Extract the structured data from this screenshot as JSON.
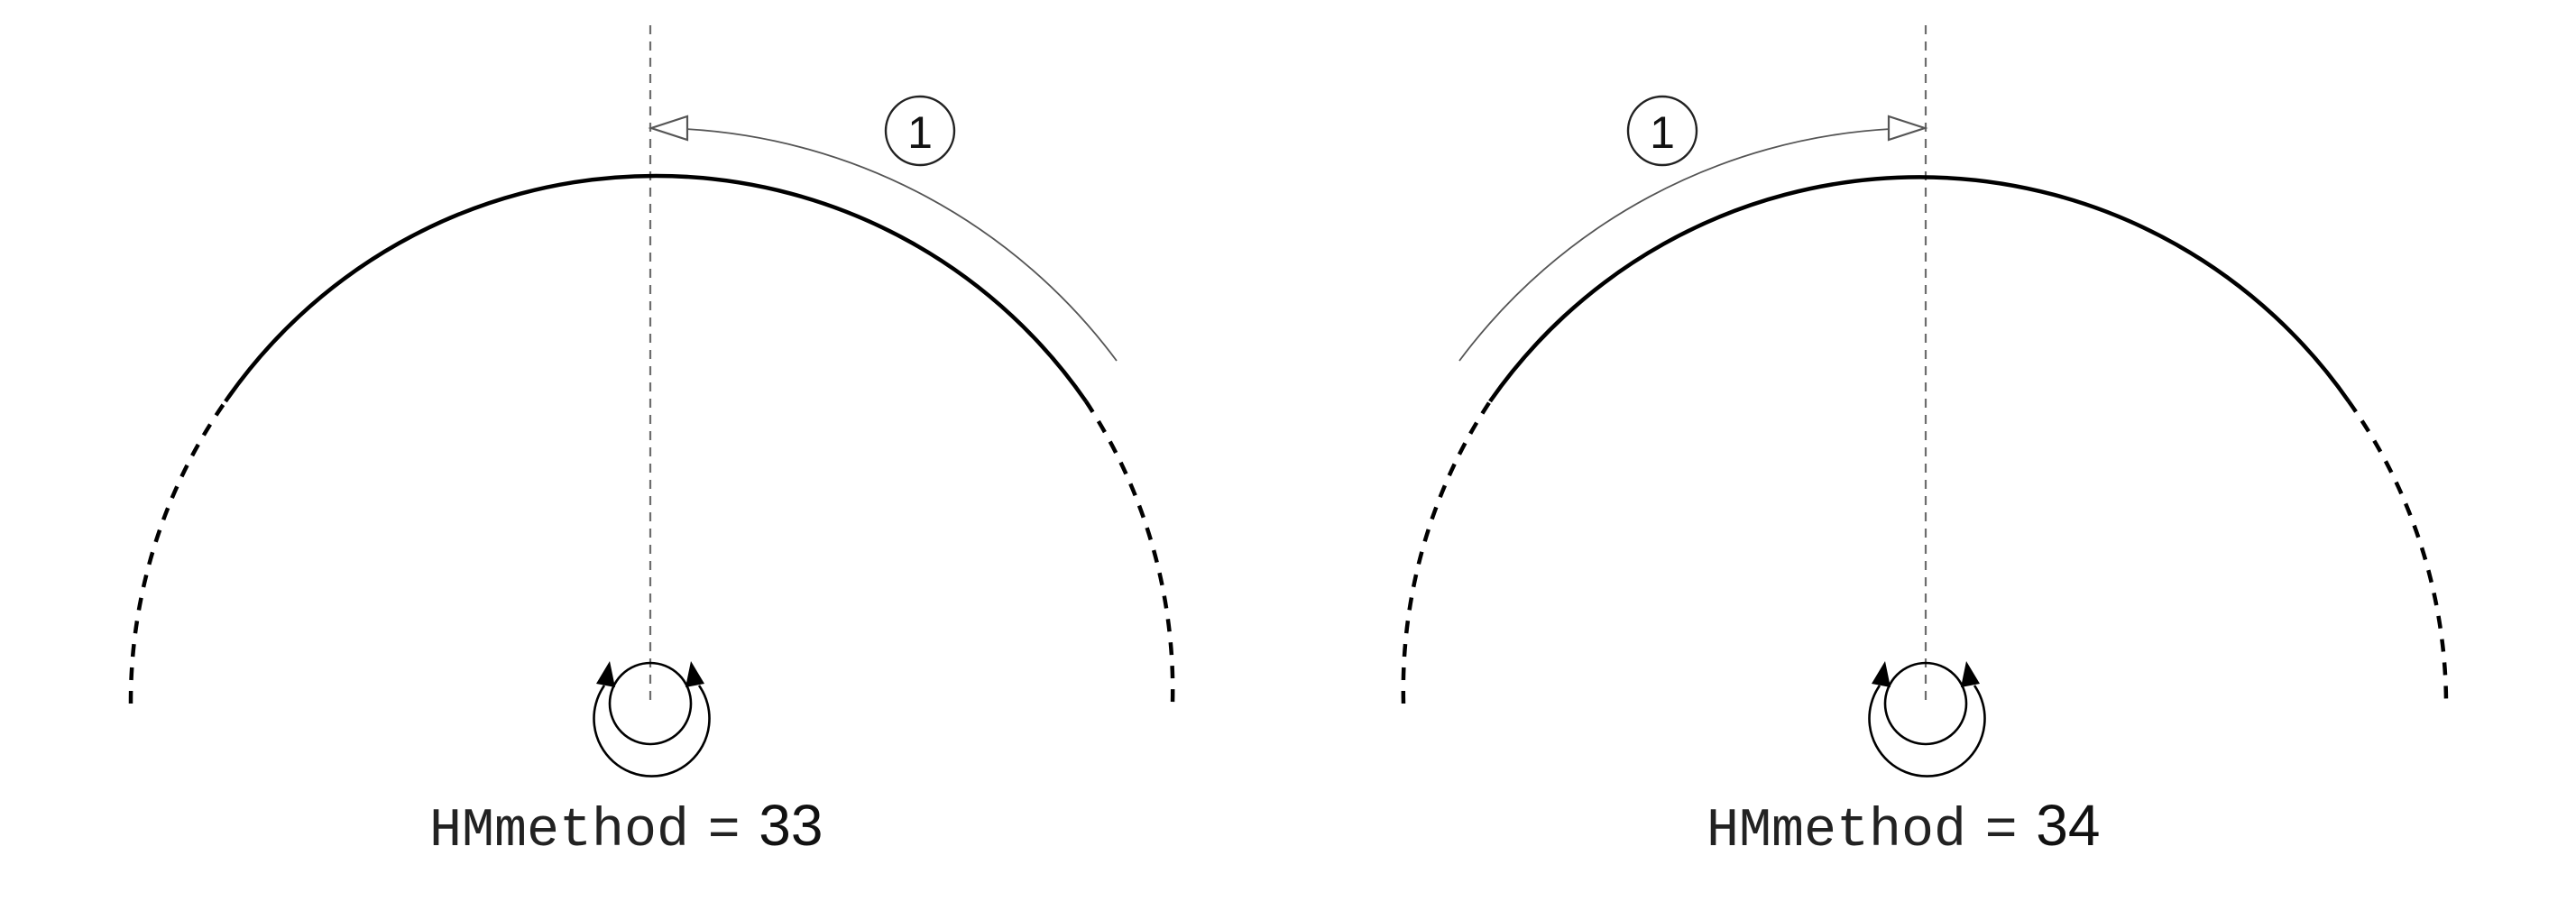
{
  "panels": [
    {
      "step_marker": "1",
      "motion_direction": "counterclockwise",
      "label": {
        "parameter": "HMmethod",
        "operator": "=",
        "value": "33"
      }
    },
    {
      "step_marker": "1",
      "motion_direction": "clockwise",
      "label": {
        "parameter": "HMmethod",
        "operator": "=",
        "value": "34"
      }
    }
  ],
  "icons": {
    "rotation": "rotation-both-directions-icon",
    "step_marker": "numbered-circle-icon"
  },
  "colors": {
    "arc": "#000000",
    "axis": "#6d6d6d",
    "motion_arrow": "#555555",
    "text": "#222222"
  }
}
